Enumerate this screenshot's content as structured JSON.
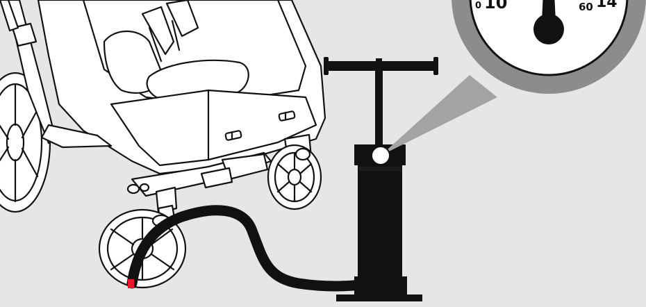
{
  "colors": {
    "background": "#e6e6e6",
    "ink": "#111111",
    "paper": "#ffffff",
    "gauge_ring": "#8c8c8c",
    "gauge_beam": "#a3a3a3",
    "valve_marker": "#e8192c"
  },
  "gauge": {
    "left_label_small": "0",
    "left_label_big": "10",
    "right_label_small": "60",
    "right_label_big": "14"
  },
  "icons": {
    "pump": "floor-pump-icon",
    "stroller": "stroller-drawing",
    "gauge": "pressure-gauge-icon"
  }
}
